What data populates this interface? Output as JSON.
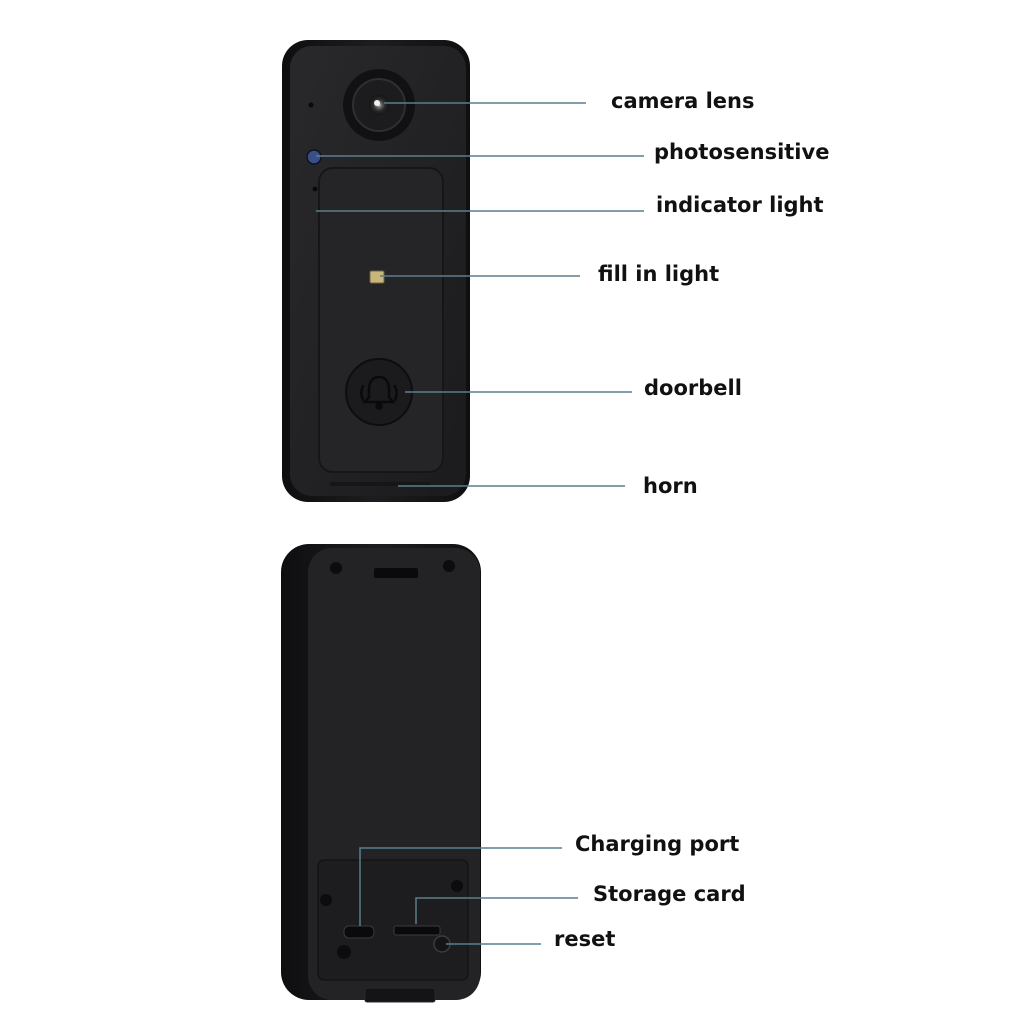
{
  "labels": {
    "camera_lens": "camera lens",
    "photosensitive": "photosensitive",
    "indicator_light": "indicator light",
    "fill_in_light": "fill in light",
    "doorbell": "doorbell",
    "horn": "horn",
    "charging_port": "Charging port",
    "storage_card": "Storage card",
    "reset": "reset"
  },
  "colors": {
    "background": "#ffffff",
    "device_body": "#1a1a1c",
    "device_face": "#232325",
    "leader_line": "#5a7f8f",
    "label_text": "#111111",
    "photosensitive_dot": "#3a4f8a",
    "fill_light_led": "#c9b77a"
  },
  "icons": {
    "doorbell_button": "bell-icon"
  }
}
